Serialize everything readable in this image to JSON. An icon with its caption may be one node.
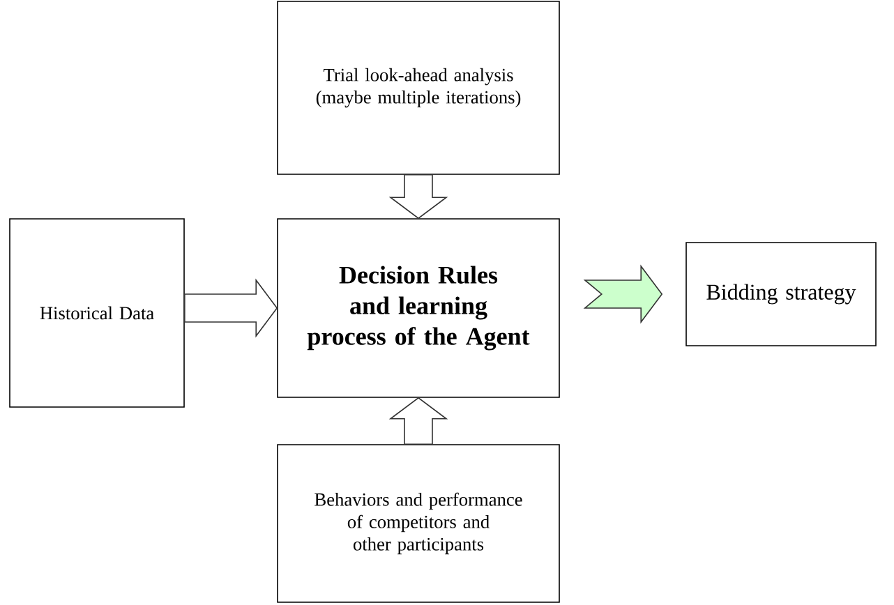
{
  "diagram": {
    "nodes": [
      {
        "text": [
          "Trial look-ahead analysis (maybe multiple iterations)"
        ]
      },
      {
        "text": [
          "Historical Data"
        ]
      },
      {
        "text": [
          "Decision Rules and learning process of the Agent"
        ]
      },
      {
        "text": [
          "Bidding strategy"
        ]
      },
      {
        "text": [
          "Behaviors and performance of competitors and other participants"
        ]
      }
    ],
    "edges": [
      {
        "from": 0,
        "to": 2,
        "arrow": "to"
      },
      {
        "from": 1,
        "to": 2,
        "arrow": "to"
      },
      {
        "from": 4,
        "to": 2,
        "arrow": "to"
      },
      {
        "from": 2,
        "to": 3,
        "arrow": "to",
        "color": "#ccffcc"
      }
    ]
  }
}
